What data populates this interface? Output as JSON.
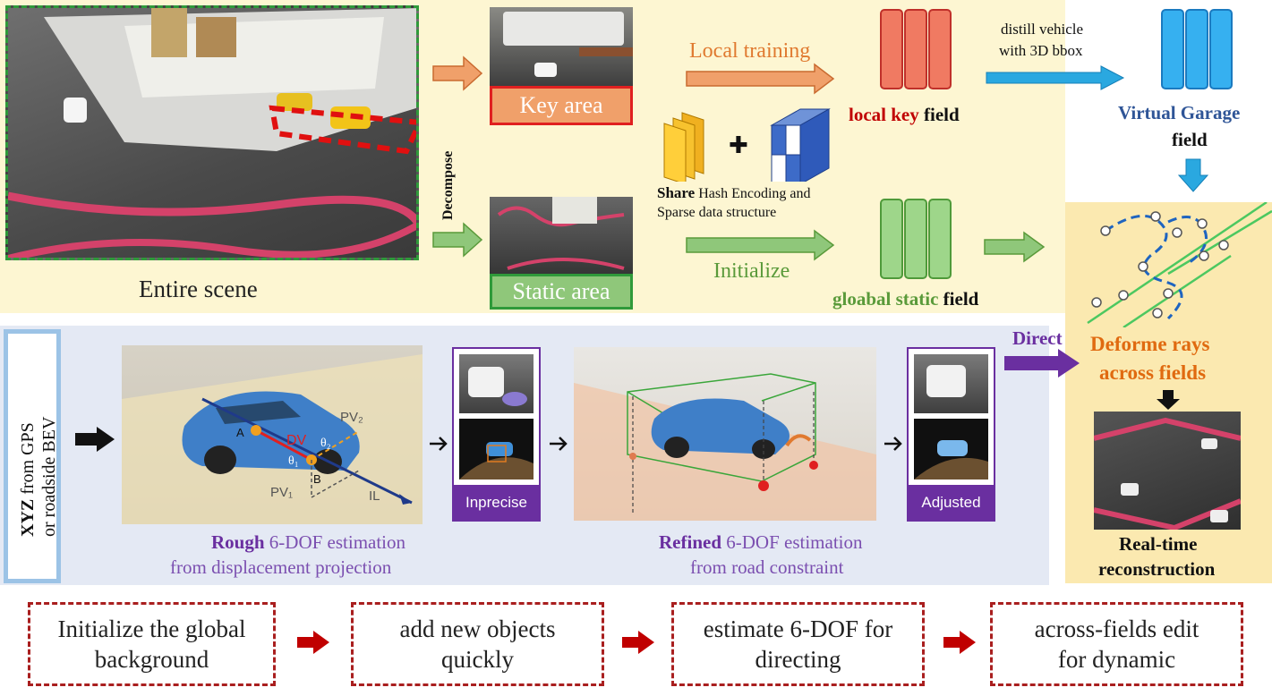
{
  "top": {
    "entire_scene": "Entire scene",
    "decompose": "Decompose",
    "key_area": "Key area",
    "static_area": "Static area",
    "local_training": "Local training",
    "initialize": "Initialize",
    "share_bold": "Share",
    "share_rest1": "Hash Encoding and",
    "share_rest2": "Sparse data structure",
    "plus_sign": "✚",
    "local_key_bold": "local key",
    "field_word": "field",
    "distill_line1": "distill vehicle",
    "distill_line2": "with 3D bbox",
    "virtual_garage": "Virtual Garage",
    "global_static_bold": "gloabal static",
    "deforme_line1": "Deforme rays",
    "deforme_line2": "across fields",
    "realtime_line1": "Real-time",
    "realtime_line2": "reconstruction"
  },
  "middle": {
    "xyz_bold": "XYZ",
    "xyz_rest": "from GPS",
    "xyz_line2": "or roadside BEV",
    "direct": "Direct",
    "rough_bold": "Rough",
    "rough_rest": "6-DOF estimation",
    "rough_line2": "from displacement projection",
    "refined_bold": "Refined",
    "refined_rest": "6-DOF estimation",
    "refined_line2": "from road constraint",
    "inprecise": "Inprecise",
    "adjusted": "Adjusted",
    "labels": {
      "a": "A",
      "b": "B",
      "dv": "DV",
      "pv2": "PV₂",
      "pv1": "PV₁",
      "il": "IL",
      "theta2": "θ₂",
      "theta1": "θ₁"
    }
  },
  "bottom": {
    "steps": [
      {
        "line1": "Initialize the global",
        "line2": "background"
      },
      {
        "line1": "add new objects",
        "line2": "quickly"
      },
      {
        "line1": "estimate 6-DOF for",
        "line2": "directing"
      },
      {
        "line1": "across-fields edit",
        "line2": "for dynamic"
      }
    ]
  },
  "colors": {
    "orange": "#f0a06a",
    "green": "#8fc77a",
    "red_text": "#c00000",
    "green_text": "#5a9a3a",
    "blue_text": "#2f5597",
    "purple": "#6a2fa0",
    "orange_text": "#e06a10",
    "dark_red": "#a91f1f"
  }
}
